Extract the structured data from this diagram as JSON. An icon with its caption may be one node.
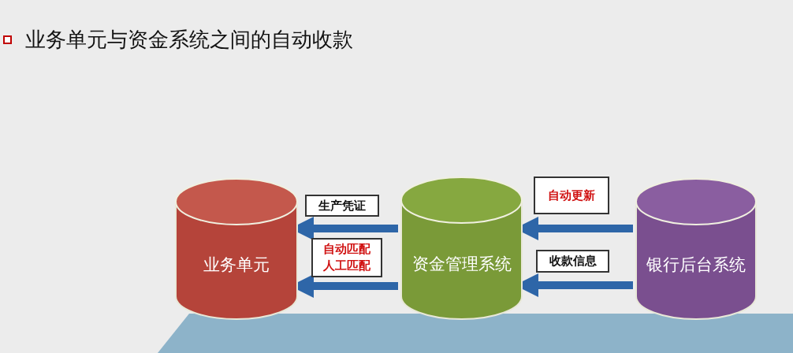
{
  "diagram": {
    "title": "业务单元与资金系统之间的自动收款",
    "nodes": [
      {
        "text": [
          "业务单元"
        ]
      },
      {
        "text": [
          "资金管理系统"
        ]
      },
      {
        "text": [
          "银行后台系统"
        ]
      }
    ],
    "edges": [
      {
        "from": 1,
        "to": 0,
        "arrow": "to",
        "label": "生产凭证"
      },
      {
        "from": 1,
        "to": 0,
        "arrow": "to",
        "label": "自动匹配人工匹配"
      },
      {
        "from": 2,
        "to": 1,
        "arrow": "to",
        "label": "自动更新"
      },
      {
        "from": 2,
        "to": 1,
        "arrow": "to",
        "label": "收款信息"
      }
    ]
  }
}
